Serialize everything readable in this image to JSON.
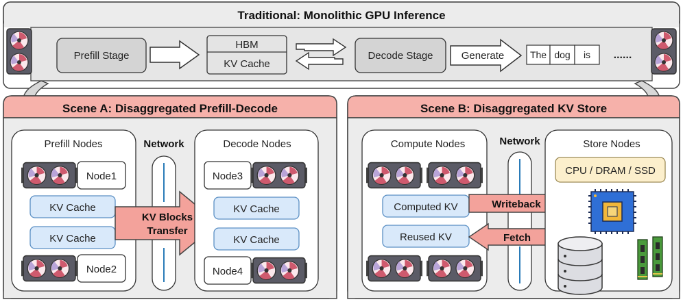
{
  "top": {
    "title": "Traditional: Monolithic GPU Inference",
    "prefill_stage": "Prefill Stage",
    "hbm": "HBM",
    "kv_cache": "KV Cache",
    "decode_stage": "Decode Stage",
    "generate": "Generate",
    "tokens": [
      "The",
      "dog",
      "is"
    ],
    "ellipsis": "......"
  },
  "scene_a": {
    "title": "Scene A: Disaggregated Prefill-Decode",
    "prefill_nodes": "Prefill Nodes",
    "decode_nodes": "Decode Nodes",
    "network": "Network",
    "node1": "Node1",
    "node2": "Node2",
    "node3": "Node3",
    "node4": "Node4",
    "kv_cache": "KV Cache",
    "transfer_line1": "KV Blocks",
    "transfer_line2": "Transfer"
  },
  "scene_b": {
    "title": "Scene B: Disaggregated KV Store",
    "compute_nodes": "Compute Nodes",
    "store_nodes": "Store Nodes",
    "network": "Network",
    "computed_kv": "Computed KV",
    "reused_kv": "Reused KV",
    "writeback": "Writeback",
    "fetch": "Fetch",
    "storage_types": "CPU / DRAM / SSD"
  },
  "colors": {
    "panel_gray": "#e6e6e6",
    "scene_header": "#f6b1aa",
    "kv_blue": "#d9e9fa",
    "arrow_pink": "#f3a29b",
    "store_yellow": "#fcefcc",
    "network_line": "#2a7bb8"
  },
  "icons": [
    "gpu-card-icon",
    "cpu-chip-icon",
    "database-icon",
    "ram-module-icon"
  ]
}
